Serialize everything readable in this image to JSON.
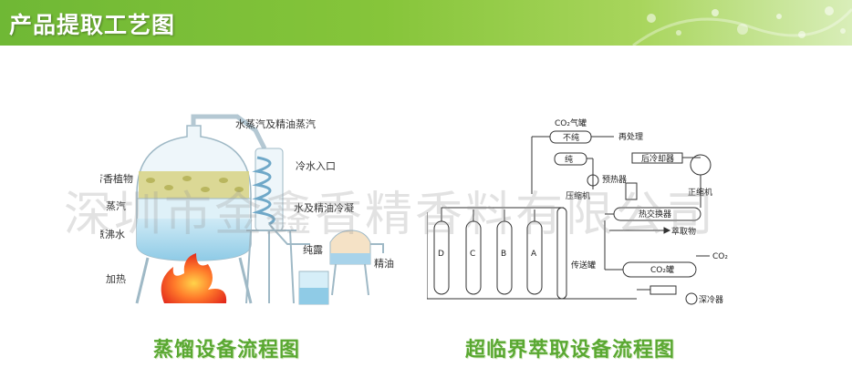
{
  "header": {
    "title": "产品提取工艺图"
  },
  "watermark": "深圳市金鑫香精香料有限公司",
  "distillation": {
    "caption": "蒸馏设备流程图",
    "labels": {
      "steam_oil_vapor": "水蒸汽及精油蒸汽",
      "aromatic_plant": "芳香植物",
      "steam": "蒸汽",
      "boiling_water": "煮沸水",
      "heating": "加热",
      "cold_water_inlet": "冷水入口",
      "water_oil_condensate": "水及精油冷凝",
      "hydrosol": "纯露",
      "essential_oil": "精油"
    }
  },
  "supercritical": {
    "caption": "超临界萃取设备流程图",
    "labels": {
      "co2_tank": "CO₂气罐",
      "impure": "不纯",
      "reprocess": "再处理",
      "pure": "纯",
      "compressor": "压缩机",
      "preheater": "预热器",
      "after_cooler": "后冷却器",
      "positive_compressor": "正缩机",
      "heat_exchanger": "热交换器",
      "extract": "萃取物",
      "co2_in": "CO₂",
      "co2_vessel": "CO₂罐",
      "deep_cooler": "深冷器",
      "transfer_tank": "传送罐",
      "col_d": "D",
      "col_c": "C",
      "col_b": "B",
      "col_a": "A"
    }
  }
}
